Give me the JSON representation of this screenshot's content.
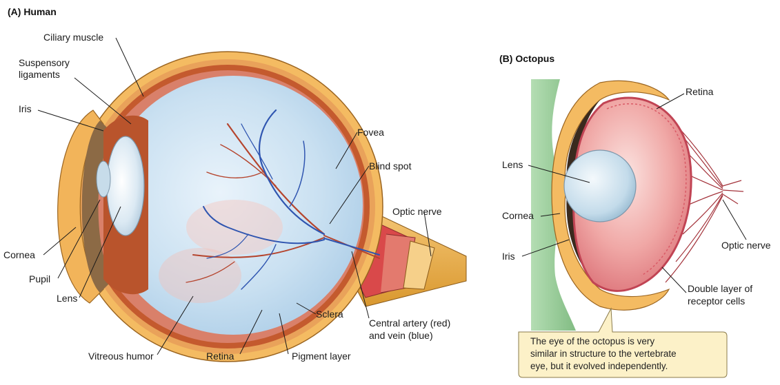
{
  "panel_a": {
    "title": "(A)  Human",
    "labels": {
      "ciliary_muscle": "Ciliary muscle",
      "suspensory_1": "Suspensory",
      "suspensory_2": "ligaments",
      "iris": "Iris",
      "cornea": "Cornea",
      "pupil": "Pupil",
      "lens": "Lens",
      "vitreous_humor": "Vitreous humor",
      "retina": "Retina",
      "pigment_layer": "Pigment layer",
      "sclera": "Sclera",
      "fovea": "Fovea",
      "blind_spot": "Blind spot",
      "optic_nerve": "Optic nerve",
      "central_artery_1": "Central artery (red)",
      "central_artery_2": "and vein (blue)"
    }
  },
  "panel_b": {
    "title": "(B)  Octopus",
    "labels": {
      "retina": "Retina",
      "lens": "Lens",
      "cornea": "Cornea",
      "iris": "Iris",
      "optic_nerve": "Optic nerve",
      "double_layer_1": "Double layer of",
      "double_layer_2": "receptor cells"
    },
    "callout": {
      "line1": "The eye of the octopus is very",
      "line2": "similar in structure to the vertebrate",
      "line3": "eye, but it evolved independently."
    }
  },
  "colors": {
    "sclera": "#f2b45a",
    "choroid": "#c1502a",
    "vitreous": "#cfe3f2",
    "artery": "#b5452e",
    "vein": "#2f55b0",
    "retina_b": "#e98a8a",
    "callout_bg": "#fcf1c8",
    "skin": "#7cc07a"
  }
}
